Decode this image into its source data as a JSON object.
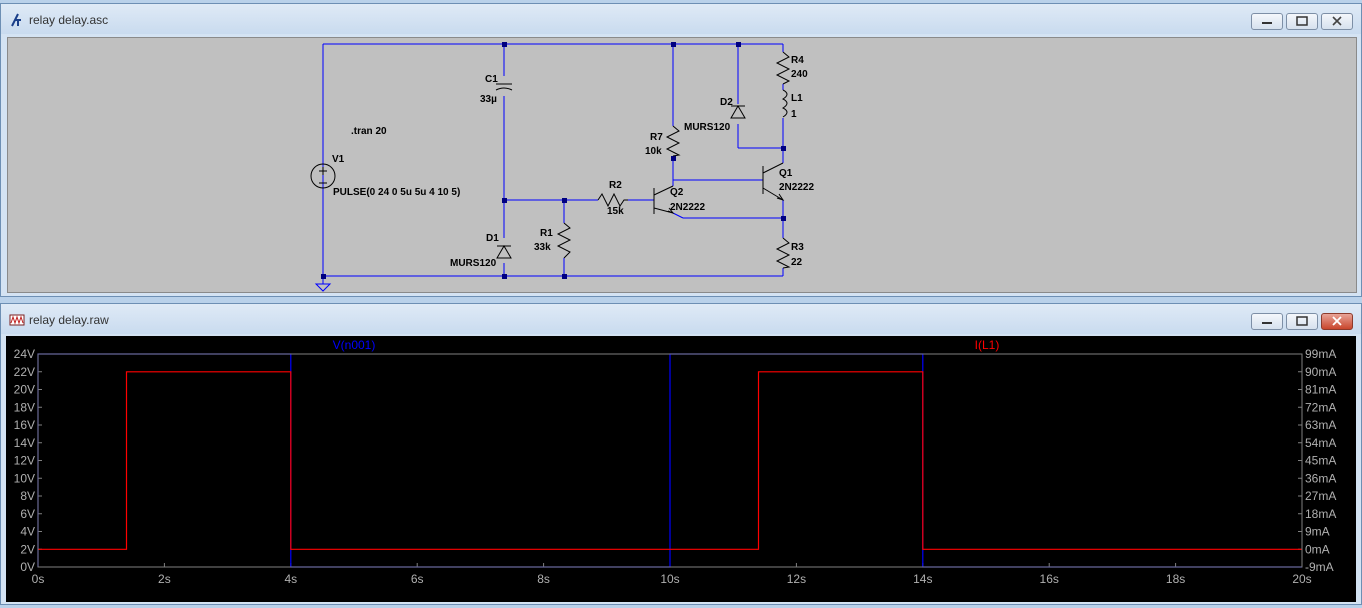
{
  "schematic_window": {
    "title": "relay delay.asc",
    "icon": "ltspice-schematic-icon",
    "labels": {
      "directive": ".tran 20",
      "v1_name": "V1",
      "v1_value": "PULSE(0 24 0 5u 5u 4 10 5)",
      "c1_name": "C1",
      "c1_value": "33µ",
      "d1_name": "D1",
      "d1_value": "MURS120",
      "r1_name": "R1",
      "r1_value": "33k",
      "r2_name": "R2",
      "r2_value": "15k",
      "r7_name": "R7",
      "r7_value": "10k",
      "q2_name": "Q2",
      "q2_value": "2N2222",
      "d2_name": "D2",
      "d2_value": "MURS120",
      "r4_name": "R4",
      "r4_value": "240",
      "l1_name": "L1",
      "l1_value": "1",
      "q1_name": "Q1",
      "q1_value": "2N2222",
      "r3_name": "R3",
      "r3_value": "22"
    }
  },
  "waveform_window": {
    "title": "relay delay.raw",
    "icon": "waveform-icon",
    "traces": [
      {
        "name": "V(n001)",
        "color": "#0000ff"
      },
      {
        "name": "I(L1)",
        "color": "#ff0000"
      }
    ],
    "left_axis_labels": [
      "24V",
      "22V",
      "20V",
      "18V",
      "16V",
      "14V",
      "12V",
      "10V",
      "8V",
      "6V",
      "4V",
      "2V",
      "0V"
    ],
    "right_axis_labels": [
      "99mA",
      "90mA",
      "81mA",
      "72mA",
      "63mA",
      "54mA",
      "45mA",
      "36mA",
      "27mA",
      "18mA",
      "9mA",
      "0mA",
      "-9mA"
    ],
    "x_axis_labels": [
      "0s",
      "2s",
      "4s",
      "6s",
      "8s",
      "10s",
      "12s",
      "14s",
      "16s",
      "18s",
      "20s"
    ]
  },
  "chart_data": {
    "type": "line",
    "xlabel": "",
    "ylabel": "",
    "xlim": [
      0,
      20
    ],
    "ylim": [
      0,
      24
    ],
    "y2lim": [
      -9,
      99
    ],
    "x_unit": "s",
    "series": [
      {
        "name": "V(n001)",
        "axis": "left",
        "unit": "V",
        "x": [
          0,
          0,
          4,
          4,
          10,
          10,
          14,
          14,
          20
        ],
        "y": [
          0,
          24,
          24,
          0,
          0,
          24,
          24,
          0,
          0
        ]
      },
      {
        "name": "I(L1)",
        "axis": "right",
        "unit": "mA",
        "x": [
          0,
          1.4,
          1.4,
          4.0,
          4.0,
          11.4,
          11.4,
          14.0,
          14.0,
          20
        ],
        "y": [
          0,
          0,
          90,
          90,
          0,
          0,
          90,
          90,
          0,
          0
        ]
      }
    ]
  }
}
